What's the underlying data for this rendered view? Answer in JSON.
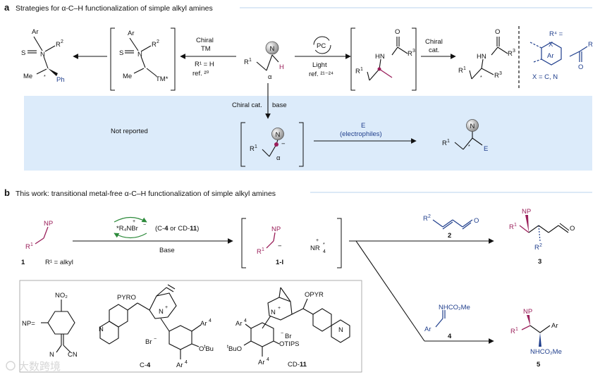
{
  "panel_a": {
    "label": "a",
    "header": "Strategies for α-C–H functionalization of simple alkyl amines",
    "left_product": {
      "ar": "Ar",
      "s": "S",
      "n": "N",
      "r2": "R",
      "r2_sup": "2",
      "me": "Me",
      "star": "*",
      "ph": "Ph"
    },
    "left_intermediate": {
      "ar": "Ar",
      "s": "S",
      "n": "N",
      "r2": "R",
      "r2_sup": "2",
      "me": "Me",
      "tm": "TM*"
    },
    "arrow_left": {
      "line1": "Chiral",
      "line2": "TM",
      "line3": "R¹ = H",
      "line4": "ref. ²⁰"
    },
    "center": {
      "n": "N",
      "r1": "R",
      "r1_sup": "1",
      "alpha": "α",
      "h": "H"
    },
    "arrow_right": {
      "pc": "PC",
      "line1": "Light",
      "line2": "ref. ²¹⁻²⁴"
    },
    "radical_intermediate": {
      "o": "O",
      "hn": "HN",
      "r3": "R",
      "r3_sup": "3",
      "r1": "R",
      "r1_sup": "1"
    },
    "arrow_chiral_cat": {
      "line1": "Chiral",
      "line2": "cat."
    },
    "right_product": {
      "o": "O",
      "hn": "HN",
      "r3a": "R",
      "r3a_sup": "3",
      "r1": "R",
      "r1_sup": "1",
      "star": "*",
      "r3b": "R",
      "r3b_sup": "3"
    },
    "r4_box": {
      "r4": "R⁴ =",
      "x": "X",
      "ar": "Ar",
      "o": "O",
      "r": "R",
      "xcn": "X = C, N"
    },
    "blue_box": {
      "arrow_down": {
        "line1": "Chiral cat.",
        "line2": "base"
      },
      "not_reported": "Not reported",
      "carbanion": {
        "n": "N",
        "r1": "R",
        "r1_sup": "1",
        "minus": "−",
        "alpha": "α"
      },
      "arrow": {
        "line1": "E",
        "line2": "(electrophiles)"
      },
      "product": {
        "n": "N",
        "r1": "R",
        "r1_sup": "1",
        "star": "*",
        "e": "E"
      }
    }
  },
  "panel_b": {
    "label": "b",
    "header": "This work: transitional metal-free α-C–H functionalization of simple alkyl amines",
    "start": {
      "np": "NP",
      "r1": "R",
      "r1_sup": "1",
      "def": "R¹ = alkyl",
      "num": "1"
    },
    "catalyst_arrow": {
      "cat": "*R₄NBr",
      "plus": "+",
      "minus": "−",
      "which_pre": "(C-",
      "which_c": "4",
      "which_mid": " or CD-",
      "which_cd": "11",
      "which_post": ")",
      "base": "Base"
    },
    "intermediate": {
      "np": "NP",
      "r1": "R",
      "r1_sup": "1",
      "minus": "−",
      "plus": "+",
      "nr4": "NR",
      "nr4_sub": "4",
      "star": "*",
      "num": "1-I"
    },
    "reagent2": {
      "r2": "R",
      "r2_sup": "2",
      "o": "O",
      "num": "2"
    },
    "product3": {
      "np": "NP",
      "r1": "R",
      "r1_sup": "1",
      "r2": "R",
      "r2_sup": "2",
      "o": "O",
      "num": "3"
    },
    "reagent4": {
      "nhco2me": "NHCO₂Me",
      "ar": "Ar",
      "num": "4"
    },
    "product5": {
      "np": "NP",
      "r1": "R",
      "r1_sup": "1",
      "ar": "Ar",
      "nhco2me": "NHCO₂Me",
      "num": "5"
    },
    "catalysts": {
      "np_label": "NP=",
      "no2": "NO₂",
      "n_imine": "N",
      "cn": "CN",
      "c4": {
        "pyro": "PYRO",
        "n_plus": "N",
        "plus": "+",
        "br": "Br",
        "br_sup": "−",
        "ar4a": "Ar",
        "ar4a_sup": "4",
        "ar4b": "Ar",
        "ar4b_sup": "4",
        "obu": "O",
        "obu_sup": "t",
        "obu_rest": "Bu",
        "n_quin": "N",
        "label": "C-",
        "label_num": "4"
      },
      "cd11": {
        "opyr": "OPYR",
        "n_plus": "N",
        "plus": "+",
        "br": "Br",
        "br_sup": "−",
        "ar4a": "Ar",
        "ar4a_sup": "4",
        "ar4b": "Ar",
        "ar4b_sup": "4",
        "bu": "Bu",
        "bu_sup": "t",
        "bu_rest": "O",
        "otips": "OTIPS",
        "n_quin": "N",
        "label": "CD-",
        "label_num": "11"
      }
    }
  },
  "watermark": "大数跨境",
  "colors": {
    "magenta": "#9a1f5a",
    "blue": "#1f3e8c",
    "box_fill": "#dcebfa",
    "line_blue": "#b9d3ee"
  }
}
